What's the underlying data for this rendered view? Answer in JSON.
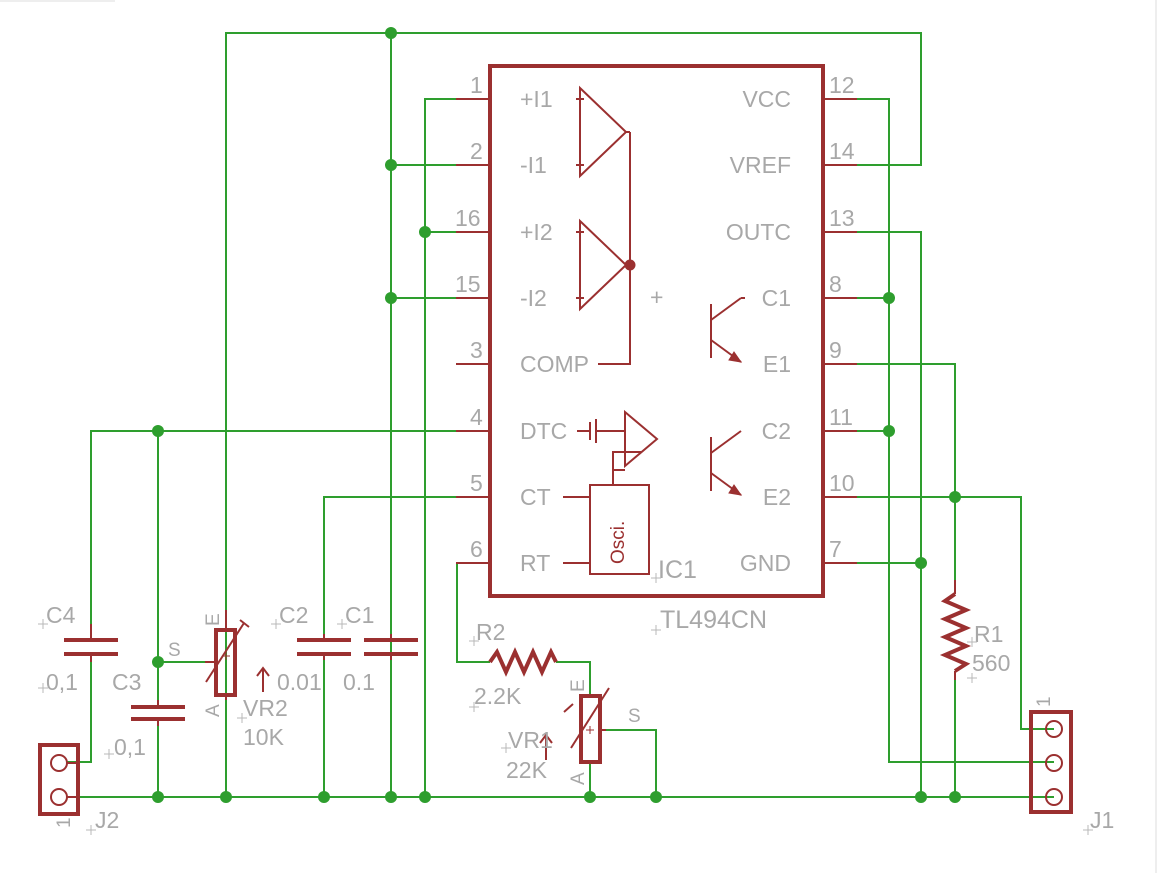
{
  "ic": {
    "name": "IC1",
    "value": "TL494CN",
    "left_pins": [
      {
        "num": "1",
        "name": "+I1"
      },
      {
        "num": "2",
        "name": "-I1"
      },
      {
        "num": "16",
        "name": "+I2"
      },
      {
        "num": "15",
        "name": "-I2"
      },
      {
        "num": "3",
        "name": "COMP"
      },
      {
        "num": "4",
        "name": "DTC"
      },
      {
        "num": "5",
        "name": "CT"
      },
      {
        "num": "6",
        "name": "RT"
      }
    ],
    "right_pins": [
      {
        "num": "12",
        "name": "VCC"
      },
      {
        "num": "14",
        "name": "VREF"
      },
      {
        "num": "13",
        "name": "OUTC"
      },
      {
        "num": "8",
        "name": "C1"
      },
      {
        "num": "9",
        "name": "E1"
      },
      {
        "num": "11",
        "name": "C2"
      },
      {
        "num": "10",
        "name": "E2"
      },
      {
        "num": "7",
        "name": "GND"
      }
    ],
    "osc_label": "Osci.",
    "plus_sign": "+"
  },
  "components": {
    "c4": {
      "name": "C4",
      "value": "0,1"
    },
    "c3": {
      "name": "C3",
      "value": "0,1"
    },
    "c2": {
      "name": "C2",
      "value": "0.01"
    },
    "c1": {
      "name": "C1",
      "value": "0.1"
    },
    "vr2": {
      "name": "VR2",
      "value": "10K",
      "pin_e": "E",
      "pin_s": "S",
      "pin_a": "A"
    },
    "vr1": {
      "name": "VR1",
      "value": "22K",
      "pin_e": "E",
      "pin_s": "S",
      "pin_a": "A"
    },
    "r2": {
      "name": "R2",
      "value": "2.2K"
    },
    "r1": {
      "name": "R1",
      "value": "560"
    },
    "j1": {
      "name": "J1",
      "pin1": "1"
    },
    "j2": {
      "name": "J2",
      "pin1": "1"
    }
  },
  "colors": {
    "wire": "#2e9e2e",
    "part": "#9b3030",
    "label": "#a8a8a8",
    "background": "#ffffff"
  }
}
